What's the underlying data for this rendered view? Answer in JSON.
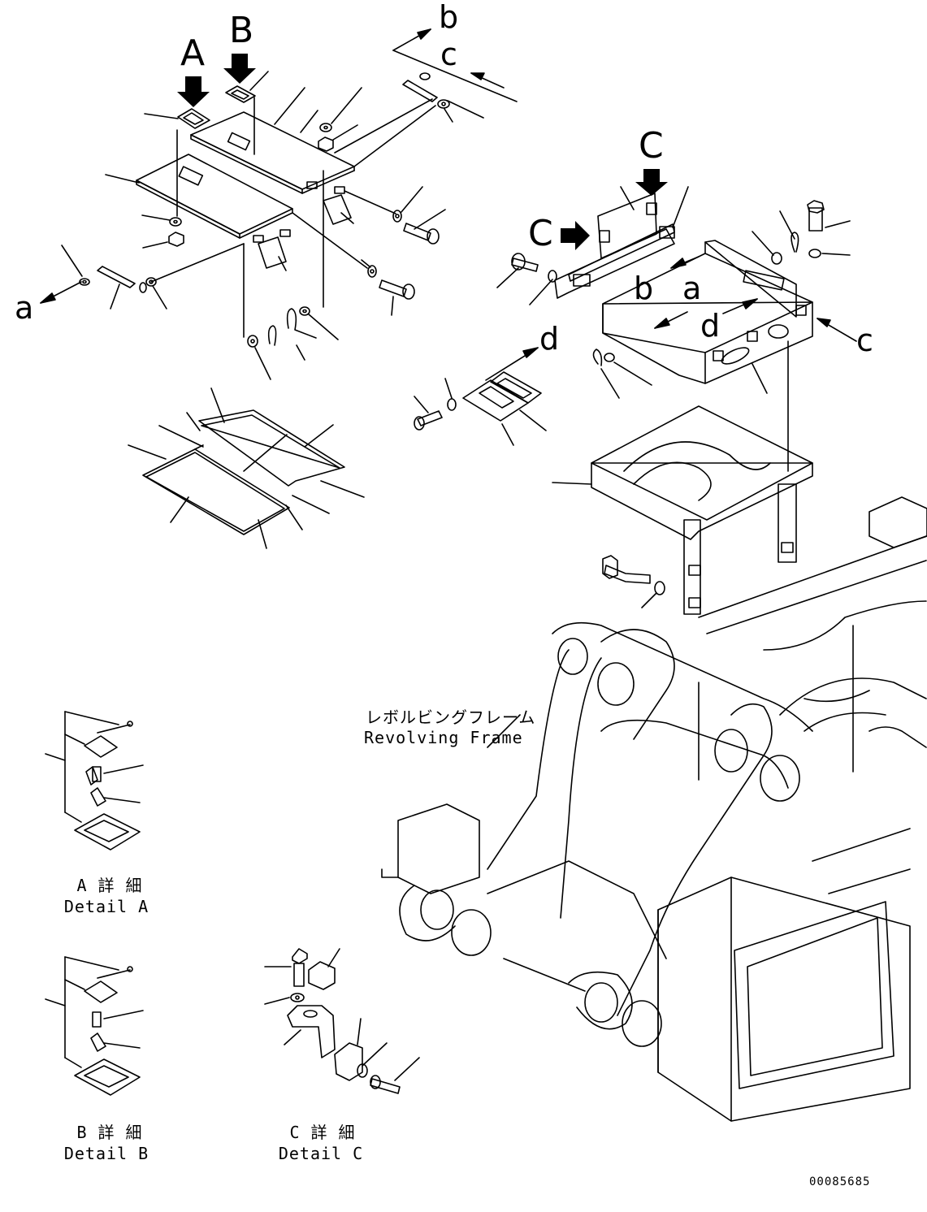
{
  "views": {
    "A": "A",
    "B": "B",
    "C": "C"
  },
  "connectors": {
    "a": "a",
    "b": "b",
    "c": "c",
    "d": "d"
  },
  "frame_label": {
    "jp": "レボルビングフレーム",
    "en": "Revolving Frame"
  },
  "details": {
    "A": {
      "jp": "A 詳 細",
      "en": "Detail A"
    },
    "B": {
      "jp": "B 詳 細",
      "en": "Detail B"
    },
    "C": {
      "jp": "C 詳 細",
      "en": "Detail C"
    }
  },
  "drawing_number": "00085685"
}
